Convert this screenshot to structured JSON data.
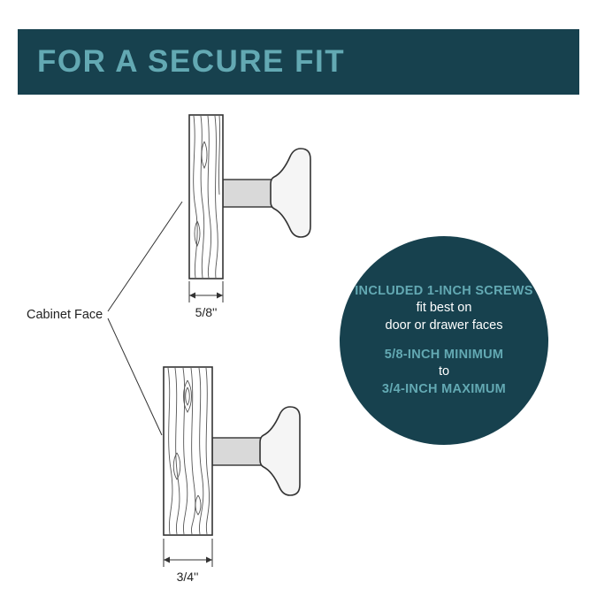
{
  "colors": {
    "dark-teal": "#17414e",
    "accent-teal": "#63a9b3",
    "line": "#333333",
    "stem-gray": "#d9d9d9",
    "knob-fill": "#f5f5f5"
  },
  "header": {
    "title": "FOR A SECURE FIT"
  },
  "diagram": {
    "cabinet_face_label": "Cabinet Face",
    "top_dimension": "5/8''",
    "bottom_dimension": "3/4''"
  },
  "badge": {
    "heading": "INCLUDED 1-INCH SCREWS",
    "line2": "fit best on",
    "line3": "door or drawer faces",
    "min": "5/8-INCH MINIMUM",
    "to": "to",
    "max": "3/4-INCH MAXIMUM"
  }
}
